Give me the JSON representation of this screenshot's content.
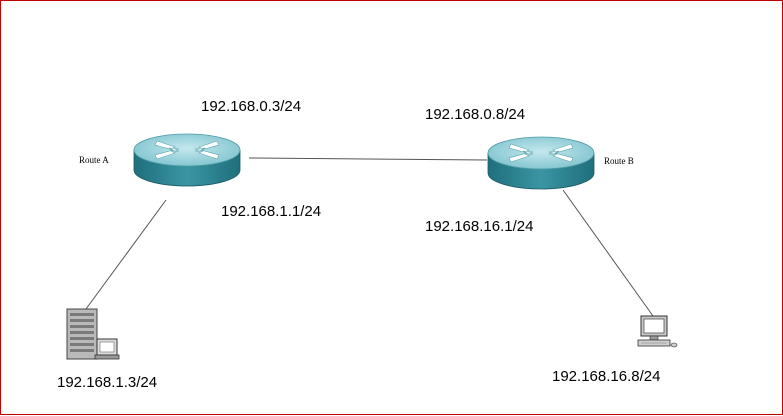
{
  "routers": [
    {
      "name": "Route A",
      "wan_ip": "192.168.0.3/24",
      "lan_ip": "192.168.1.1/24",
      "icon": "router-icon"
    },
    {
      "name": "Route B",
      "wan_ip": "192.168.0.8/24",
      "lan_ip": "192.168.16.1/24",
      "icon": "router-icon"
    }
  ],
  "hosts": [
    {
      "ip": "192.168.1.3/24",
      "icon": "server-icon"
    },
    {
      "ip": "192.168.16.8/24",
      "icon": "workstation-icon"
    }
  ],
  "colors": {
    "router_body": "#2a7e8c",
    "router_top": "#9bd4dc",
    "link": "#555555",
    "border": "#c00000"
  }
}
